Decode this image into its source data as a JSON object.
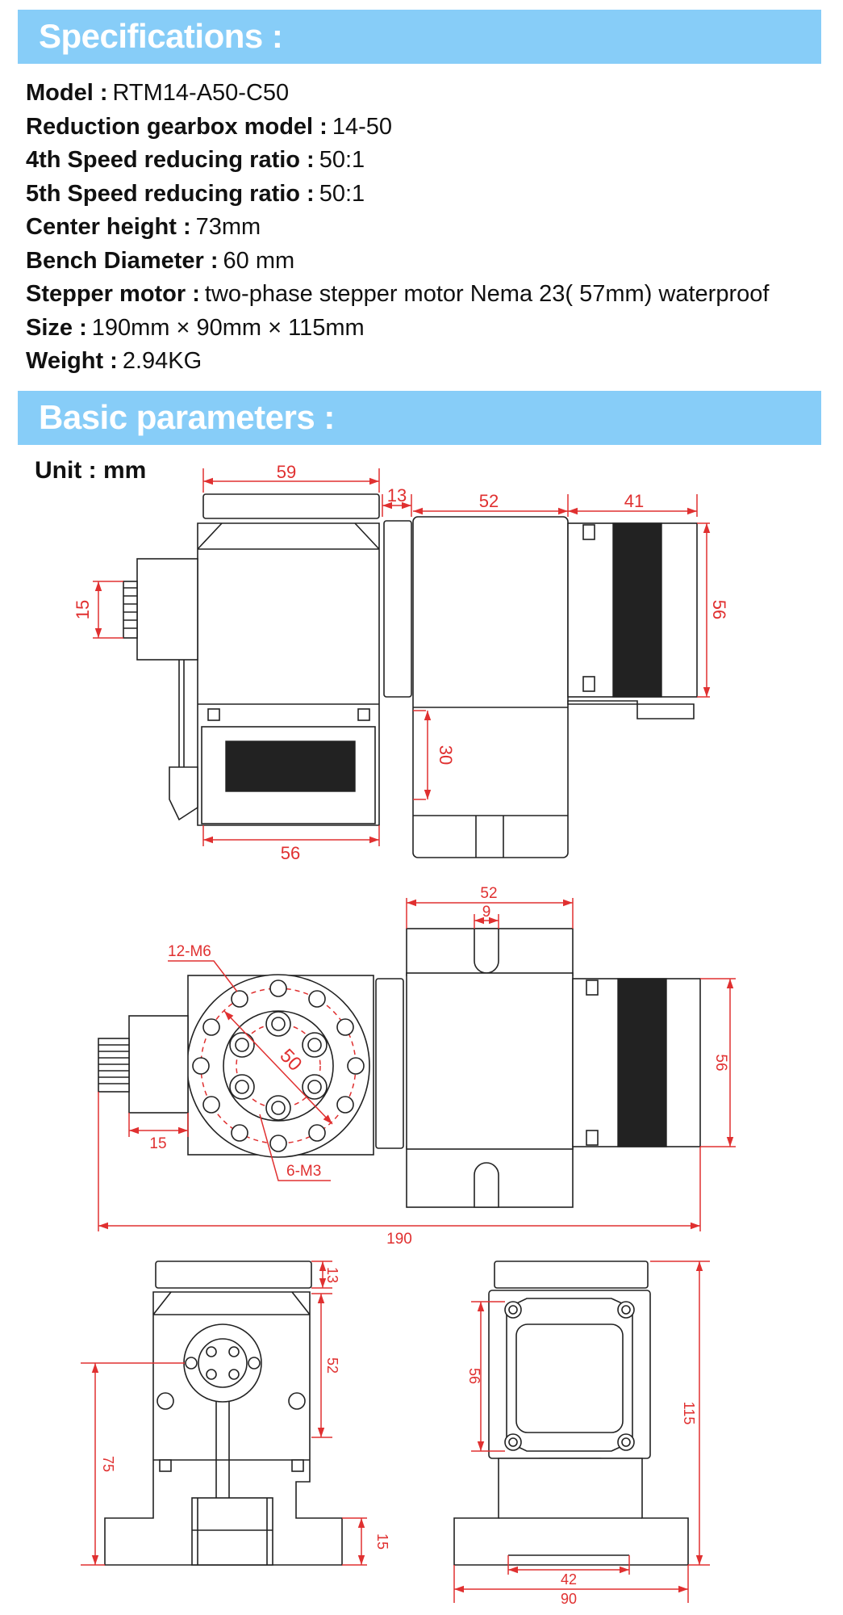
{
  "sections": {
    "specifications_title": "Specifications :",
    "basic_parameters_title": "Basic parameters :"
  },
  "specs": [
    {
      "label": "Model :",
      "value": "RTM14-A50-C50"
    },
    {
      "label": "Reduction gearbox model :",
      "value": "14-50"
    },
    {
      "label": "4th Speed reducing ratio :",
      "value": "50:1"
    },
    {
      "label": "5th Speed reducing ratio :",
      "value": "50:1"
    },
    {
      "label": "Center height :",
      "value": "73mm"
    },
    {
      "label": "Bench Diameter :",
      "value": "60 mm"
    },
    {
      "label": "Stepper motor :",
      "value": "two-phase stepper motor Nema 23( 57mm) waterproof"
    },
    {
      "label": "Size :",
      "value": "190mm × 90mm × 115mm"
    },
    {
      "label": "Weight :",
      "value": "2.94KG"
    }
  ],
  "drawing": {
    "unit_label": "Unit : mm",
    "top_view": {
      "d59": "59",
      "d13": "13",
      "d52": "52",
      "d41": "41",
      "d56_right": "56",
      "d15": "15",
      "d30": "30",
      "d56_bottom": "56"
    },
    "front_view": {
      "d52": "52",
      "d9": "9",
      "d56": "56",
      "d50": "50",
      "d15": "15",
      "d190": "190",
      "hole_label_1": "12-M6",
      "hole_label_2": "6-M3"
    },
    "side_view": {
      "d13": "13",
      "d52": "52",
      "d75": "75",
      "d15": "15"
    },
    "end_view": {
      "d56": "56",
      "d115": "115",
      "d42": "42",
      "d90": "90"
    }
  },
  "colors": {
    "banner": "#87cdf8",
    "dimension": "#e03030",
    "line": "#222222"
  }
}
